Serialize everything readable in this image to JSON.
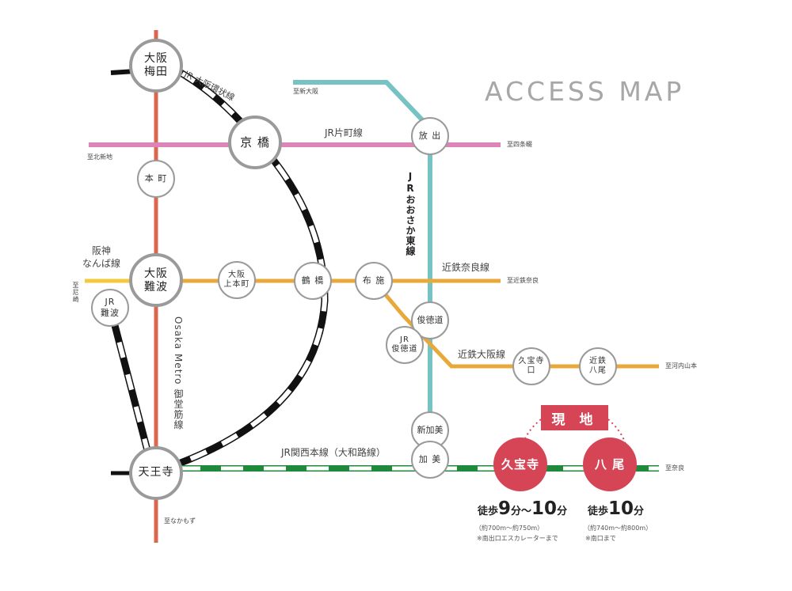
{
  "map": {
    "title": "ACCESS MAP",
    "lines": {
      "jr_loop": "JR 大阪環状線",
      "jr_katamachi": "JR片町線",
      "jr_osaka_higashi": "JRおおさか東線",
      "kintetsu_nara": "近鉄奈良線",
      "kintetsu_osaka": "近鉄大阪線",
      "jr_kansai": "JR関西本線（大和路線）",
      "midosuji": "Osaka Metro 御堂筋線",
      "hanshin_namba": "阪神\nなんば線"
    },
    "directions": {
      "shin_osaka": "至新大阪",
      "kita_shinchi": "至北新地",
      "shijonawate": "至四条畷",
      "amagasaki": "至尼崎",
      "kintetsu_nara": "至近鉄奈良",
      "kawachi_yamamoto": "至河内山本",
      "nara": "至奈良",
      "nakamozu": "至なかもず"
    },
    "stations": {
      "umeda": "大阪\n梅田",
      "kyobashi": "京 橋",
      "honmachi": "本 町",
      "namba": "大阪\n難波",
      "jr_namba": "JR\n難波",
      "tennoji": "天王寺",
      "uehonmachi": "大阪\n上本町",
      "tsuruhashi": "鶴 橋",
      "fuse": "布 施",
      "hanaten": "放 出",
      "shuntokumichi": "俊徳道",
      "jr_shuntokumichi": "JR\n俊徳道",
      "kyuhoji_kintetsu": "久宝寺\n口",
      "kintetsu_yao": "近鉄\n八尾",
      "shinkami": "新加美",
      "kami": "加 美",
      "kyuhoji": "久宝寺",
      "yao": "八 尾"
    },
    "site_label": "現 地",
    "walk": {
      "kyuhoji": {
        "prefix": "徒歩",
        "min1": "9",
        "sep": "分～",
        "min2": "10",
        "suffix": "分",
        "dist": "（約700m～約750m）",
        "note": "※南出口エスカレーターまで"
      },
      "yao": {
        "prefix": "徒歩",
        "min": "10",
        "suffix": "分",
        "dist": "（約740m～約800m）",
        "note": "※南口まで"
      }
    },
    "colors": {
      "midosuji": "#d9684f",
      "katamachi": "#dd85b8",
      "osaka_higashi": "#77c2c3",
      "kintetsu": "#e9a93a",
      "hanshin": "#f5c93e",
      "kansai": "#1f8a3c",
      "jr_stripe": "#111111",
      "site": "#d64556"
    }
  }
}
